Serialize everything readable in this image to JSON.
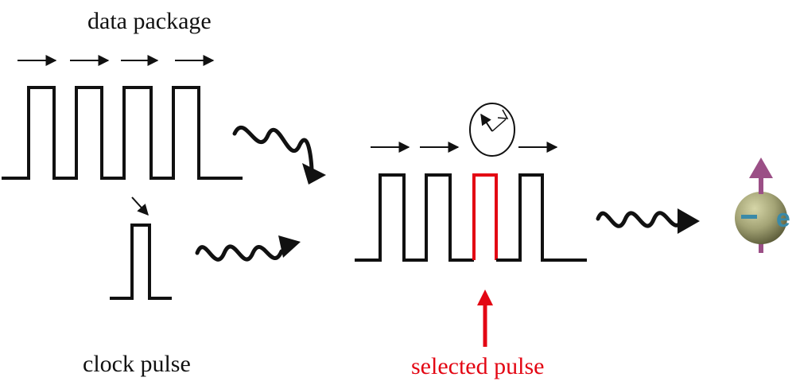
{
  "labels": {
    "data_package": "data package",
    "clock_pulse": "clock pulse",
    "selected_pulse": "selected pulse",
    "electron": "e"
  },
  "colors": {
    "line": "#111111",
    "selected": "#e30613",
    "electron_body": "#a3a375",
    "electron_arrow": "#9b4f86",
    "electron_letter": "#3a8aa8"
  },
  "icons": {
    "clock": "clock-icon",
    "electron": "electron-spin-icon"
  }
}
